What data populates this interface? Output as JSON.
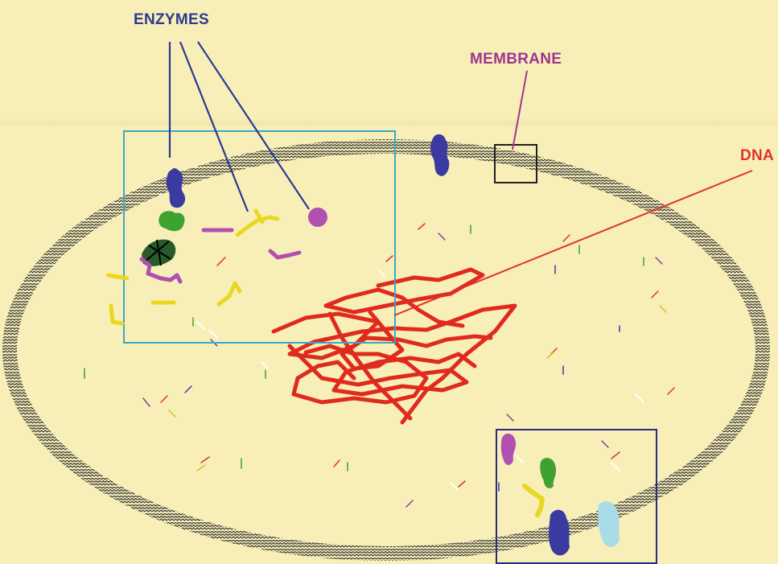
{
  "labels": {
    "enzymes": "ENZYMES",
    "membrane": "MEMBRANE",
    "dna": "DNA"
  },
  "colors": {
    "background": "#f8efb8",
    "enzymes_label": "#2b3a8f",
    "membrane_label": "#a0358f",
    "dna_label": "#e03030",
    "membrane_wall": "#3a3a3a",
    "dna_strand": "#e02a1e",
    "enzyme_blue": "#3a3aa0",
    "enzyme_green": "#3fa12f",
    "enzyme_magenta": "#b050b0",
    "enzyme_yellow": "#e8d820",
    "enzyme_cyan": "#a8dce8",
    "zoom_box_cyan": "#3aa8c8",
    "zoom_box_black": "#202020",
    "zoom_box_navy": "#2a2a80"
  }
}
